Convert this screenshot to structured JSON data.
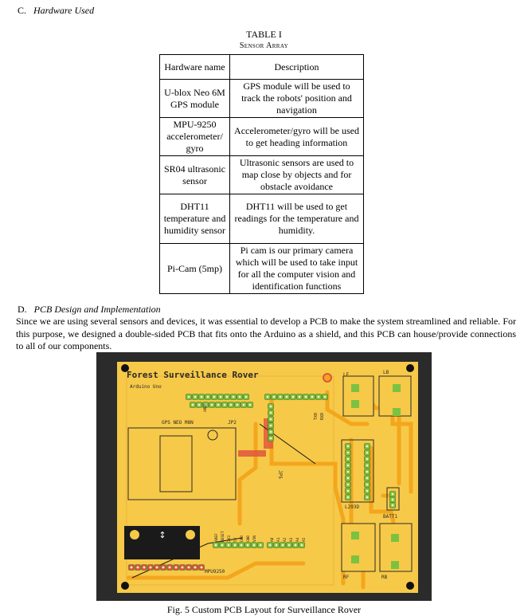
{
  "section_c": {
    "number": "C.",
    "title": "Hardware Used"
  },
  "table": {
    "number": "TABLE I",
    "title": "Sensor Array",
    "headers": [
      "Hardware name",
      "Description"
    ],
    "rows": [
      {
        "hardware": "U-blox Neo 6M GPS module",
        "description": "GPS module will be used to track the robots' position and navigation"
      },
      {
        "hardware": "MPU-9250 accelerometer/ gyro",
        "description": "Accelerometer/gyro will be used to get heading information"
      },
      {
        "hardware": "SR04 ultrasonic sensor",
        "description": "Ultrasonic sensors are used to map close by objects and for obstacle avoidance"
      },
      {
        "hardware": "DHT11 temperature and humidity sensor",
        "description": "DHT11 will be used to get readings for the temperature and humidity."
      },
      {
        "hardware": "Pi-Cam (5mp)",
        "description": "Pi cam is our primary camera which will be used to take input for all the computer vision and identification functions"
      }
    ]
  },
  "section_d": {
    "number": "D.",
    "title": "PCB Design and Implementation",
    "paragraph": "Since we are using several sensors and devices, it was essential to develop a PCB to make the system streamlined and reliable. For this purpose, we designed a double-sided PCB that fits onto the Arduino as a shield, and this PCB can house/provide connections to all of our components."
  },
  "pcb": {
    "title": "Forest Surveillance Rover",
    "subtitle": "Arduino Uno",
    "labels": {
      "gps": "GPS NEO M8N",
      "jp2": "JP2",
      "jp5": "JP5",
      "l293d": "L293D",
      "batt": "BATT1",
      "mpu": "MPU9250",
      "lf": "LF",
      "lb": "LB",
      "rf": "RF",
      "rb": "RB",
      "tx": "TX0",
      "rx": "RX0",
      "aref": "AREF",
      "reset": "RESET",
      "v33": "3V3",
      "v5": "5V",
      "gnd1": "GND",
      "gnd2": "GND",
      "vin": "VIN",
      "a0": "A0",
      "a1": "A1",
      "a2": "A2",
      "a3": "A3",
      "a4": "A4",
      "a5": "A5"
    },
    "colors": {
      "board": "#f7c948",
      "frame": "#2b2b2b",
      "trace": "#f3a61d",
      "pad": "#7cc241",
      "pad_red": "#e0533d",
      "silk": "#2a2a2a"
    }
  },
  "figure_caption": "Fig. 5  Custom PCB Layout for Surveillance Rover"
}
